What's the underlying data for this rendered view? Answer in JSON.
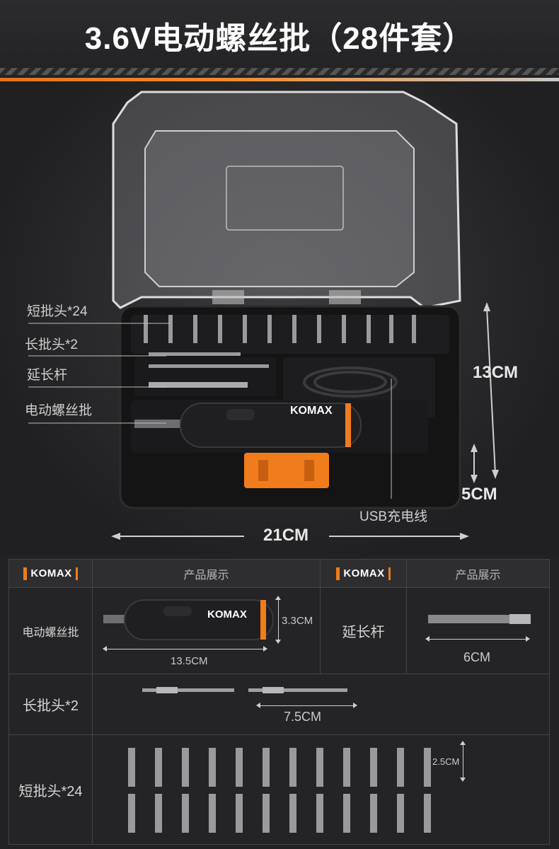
{
  "title": "3.6V电动螺丝批（28件套）",
  "brand": "KOMAX",
  "colors": {
    "accent": "#f07c1c",
    "background": "#222224",
    "text": "#d8d8d8"
  },
  "callouts": {
    "short_bits": "短批头*24",
    "long_bits": "长批头*2",
    "extension": "延长杆",
    "screwdriver": "电动螺丝批",
    "usb": "USB充电线"
  },
  "dimensions": {
    "height": "13CM",
    "depth": "5CM",
    "width": "21CM"
  },
  "table": {
    "header_left": "产品展示",
    "header_right": "产品展示",
    "rows": {
      "screwdriver": {
        "label": "电动螺丝批",
        "dim_length": "13.5CM",
        "dim_diameter": "3.3CM"
      },
      "extension": {
        "label": "延长杆",
        "dim_length": "6CM"
      },
      "long_bits": {
        "label": "长批头*2",
        "dim_length": "7.5CM"
      },
      "short_bits": {
        "label": "短批头*24",
        "dim_height": "2.5CM"
      }
    }
  }
}
